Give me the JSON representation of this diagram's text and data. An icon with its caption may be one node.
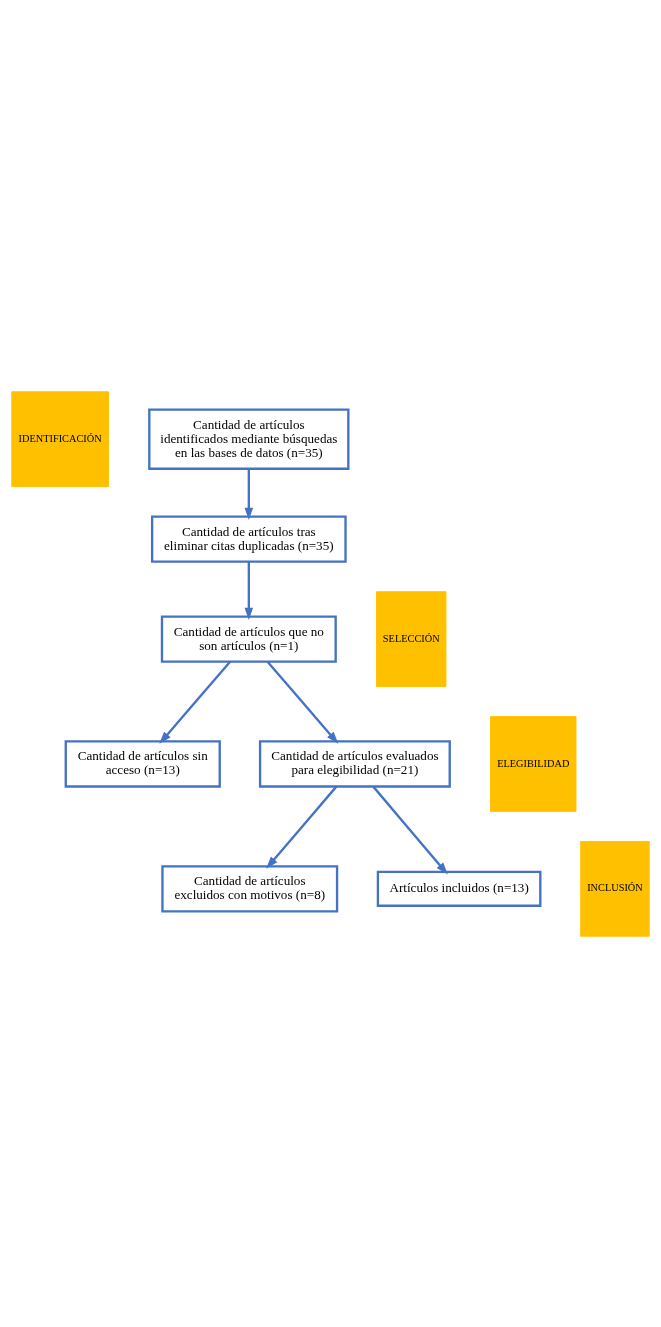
{
  "diagram": {
    "nodes": [
      {
        "text": [
          "IDENTIFICACIÓN"
        ]
      },
      {
        "text": [
          "Cantidad de artículos identificados mediante búsquedas en las bases de datos (n=35)"
        ]
      },
      {
        "text": [
          "Cantidad de artículos tras eliminar citas duplicadas (n=35)"
        ]
      },
      {
        "text": [
          "SELECCIÓN"
        ]
      },
      {
        "text": [
          "Cantidad de artículos que no son artículos (n=1)"
        ]
      },
      {
        "text": [
          "Cantidad de artículos sin acceso (n=13)"
        ]
      },
      {
        "text": [
          "ELEGIBILIDAD"
        ]
      },
      {
        "text": [
          "Cantidad de artículos evaluados para elegibilidad (n=21)"
        ]
      },
      {
        "text": [
          "Cantidad de artículos excluidos con motivos (n=8)"
        ]
      },
      {
        "text": [
          "INCLUSIÓN"
        ]
      },
      {
        "text": [
          "Artículos incluidos (n=13)"
        ]
      }
    ],
    "edges": [
      {
        "from": 1,
        "to": 2,
        "arrow": "to"
      },
      {
        "from": 2,
        "to": 4,
        "arrow": "to"
      },
      {
        "from": 4,
        "to": 5,
        "arrow": "to"
      },
      {
        "from": 4,
        "to": 7,
        "arrow": "to"
      },
      {
        "from": 7,
        "to": 8,
        "arrow": "to"
      },
      {
        "from": 7,
        "to": 10,
        "arrow": "to"
      }
    ]
  }
}
